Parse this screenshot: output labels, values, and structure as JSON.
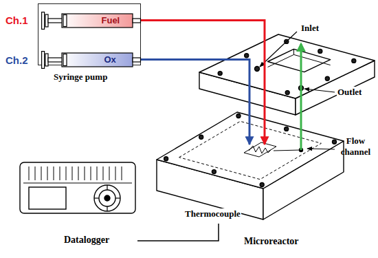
{
  "diagram": {
    "nodes": [
      {
        "text": [
          "Syringe pump"
        ]
      },
      {
        "text": [
          "Fuel"
        ],
        "in": 0
      },
      {
        "text": [
          "Ox"
        ],
        "in": 0
      },
      {
        "text": [
          "Microreactor"
        ]
      },
      {
        "text": [
          "Datalogger"
        ]
      }
    ],
    "edges": [
      {
        "from": 1,
        "to": 3,
        "arrow": "to"
      },
      {
        "from": 2,
        "to": 3,
        "arrow": "to"
      },
      {
        "from": 4,
        "to": 3,
        "arrow": "none"
      }
    ],
    "labels": [
      "Ch.1",
      "Ch.2",
      "Inlet",
      "Outlet",
      "Flow channel",
      "Thermocouple"
    ]
  }
}
